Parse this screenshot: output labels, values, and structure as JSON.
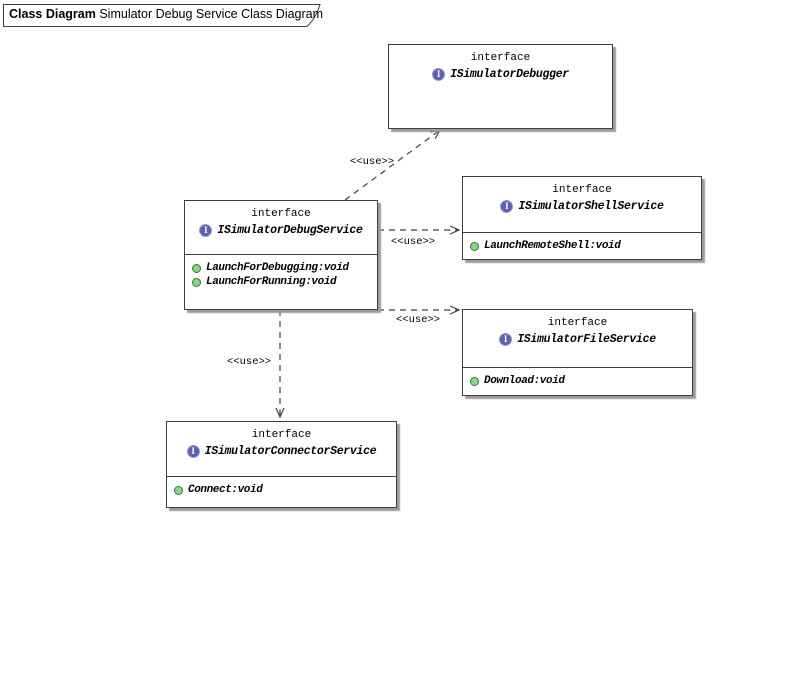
{
  "frame": {
    "title_type": "Class Diagram",
    "title_name": "Simulator Debug Service Class Diagram"
  },
  "icons": {
    "interface_glyph": "I"
  },
  "boxes": {
    "debugger": {
      "stereotype": "interface",
      "name": "ISimulatorDebugger",
      "methods": []
    },
    "debug_service": {
      "stereotype": "interface",
      "name": "ISimulatorDebugService",
      "methods": [
        "LaunchForDebugging:void",
        "LaunchForRunning:void"
      ]
    },
    "shell_service": {
      "stereotype": "interface",
      "name": "ISimulatorShellService",
      "methods": [
        "LaunchRemoteShell:void"
      ]
    },
    "file_service": {
      "stereotype": "interface",
      "name": "ISimulatorFileService",
      "methods": [
        "Download:void"
      ]
    },
    "connector_service": {
      "stereotype": "interface",
      "name": "ISimulatorConnectorService",
      "methods": [
        "Connect:void"
      ]
    }
  },
  "edges": {
    "debug_service_to_debugger": {
      "label": "<<use>>"
    },
    "debug_service_to_shell_service": {
      "label": "<<use>>"
    },
    "debug_service_to_file_service": {
      "label": "<<use>>"
    },
    "debug_service_to_connector_service": {
      "label": "<<use>>"
    }
  },
  "colors": {
    "interface_icon_fill": "#5f5fae",
    "interface_icon_ring": "#9a9ad0",
    "method_icon_fill": "#8ed08e",
    "method_icon_border": "#2f7d2f",
    "box_border": "#3f3f3f",
    "box_shadow": "#9c9c9c",
    "background": "#ffffff"
  }
}
